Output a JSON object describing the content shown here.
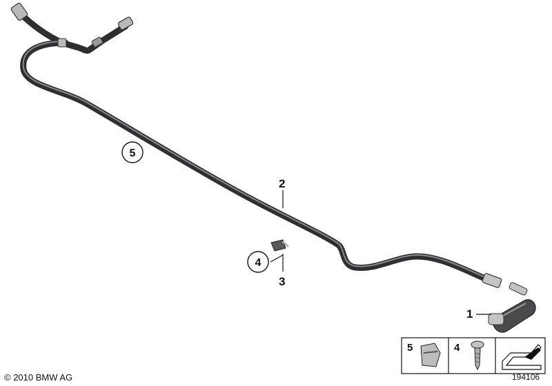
{
  "callouts": {
    "hose_label": "2",
    "nozzle_label": "1",
    "clip_label": "3",
    "circle_clip": "4",
    "circle_hose": "5"
  },
  "legend": {
    "item_a_num": "5",
    "item_b_num": "4"
  },
  "footer": {
    "copyright": "© 2010 BMW AG",
    "drawing_id": "194106"
  },
  "colors": {
    "hose": "#3a3a3c",
    "hose_highlight": "#8a8a8e",
    "metal": "#b9b9bb",
    "line": "#111111"
  }
}
